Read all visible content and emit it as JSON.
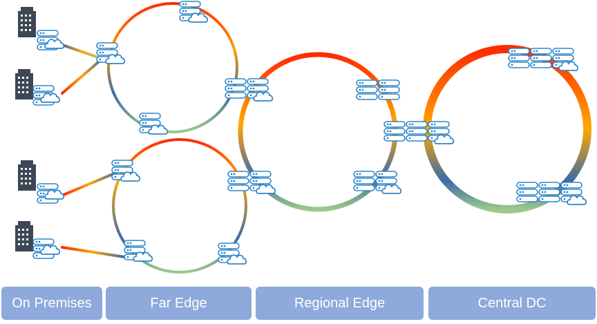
{
  "tiers": [
    {
      "label": "On Premises"
    },
    {
      "label": "Far Edge"
    },
    {
      "label": "Regional Edge"
    },
    {
      "label": "Central DC"
    }
  ],
  "icons": {
    "building": "building-icon",
    "server": "server-rack-icon",
    "cloud": "cloud-icon"
  },
  "colors": {
    "ring_red": "#ff2a00",
    "ring_orange": "#ffa800",
    "ring_green": "#9cc98a",
    "ring_blue": "#3c6aa8",
    "building": "#3d4756",
    "icon_blue": "#2f86c8",
    "label_bg": "#8ea9db",
    "label_text": "#ffffff"
  }
}
